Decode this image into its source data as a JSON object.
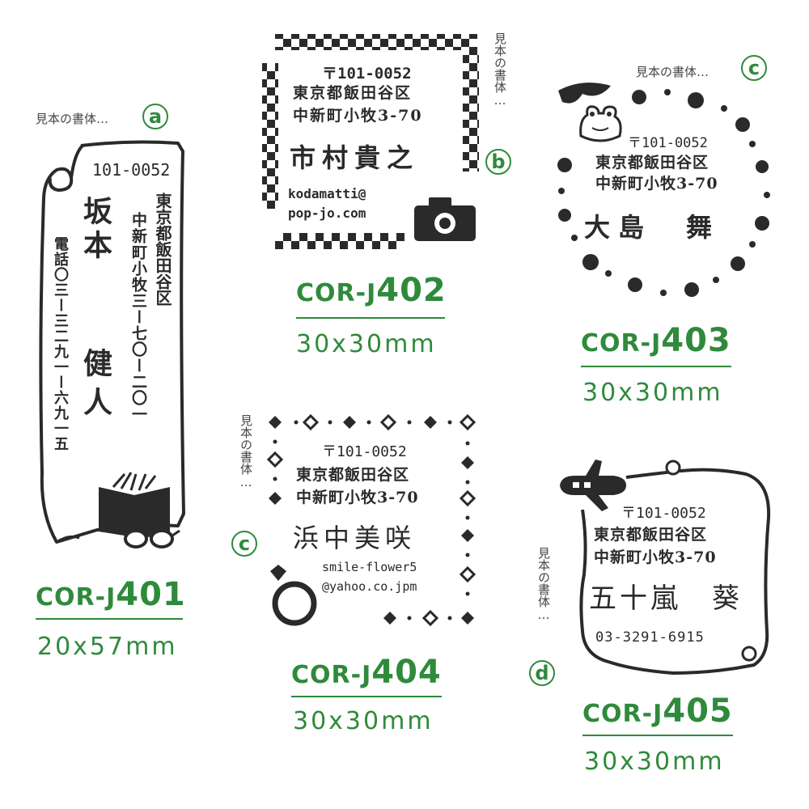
{
  "colors": {
    "accent": "#2f8a3b",
    "ink": "#2a2a2a"
  },
  "sample_label": "見本の書体…",
  "products": [
    {
      "badge": "a",
      "code_prefix": "COR-J",
      "code_number": "401",
      "size": "20x57mm",
      "stamp": {
        "postal": "101-0052",
        "address1": "東京都飯田谷区",
        "address2": "中新町小牧三ー七〇ー二〇一",
        "name1": "坂本",
        "name2": "健人",
        "phone": "電話〇三ー三二九一ー六九一五",
        "icons": [
          "book-icon",
          "glasses-icon"
        ]
      }
    },
    {
      "badge": "b",
      "code_prefix": "COR-J",
      "code_number": "402",
      "size": "30x30mm",
      "stamp": {
        "postal": "〒101-0052",
        "address1": "東京都飯田谷区",
        "address2": "中新町小牧3-70",
        "name": "市村貴之",
        "email1": "kodamatti@",
        "email2": "pop-jo.com",
        "icons": [
          "camera-icon"
        ]
      }
    },
    {
      "badge": "c",
      "code_prefix": "COR-J",
      "code_number": "403",
      "size": "30x30mm",
      "stamp": {
        "postal": "〒101-0052",
        "address1": "東京都飯田谷区",
        "address2": "中新町小牧3-70",
        "name": "大島　舞",
        "icons": [
          "frog-icon",
          "lily-pad-icon"
        ]
      }
    },
    {
      "badge": "c",
      "code_prefix": "COR-J",
      "code_number": "404",
      "size": "30x30mm",
      "stamp": {
        "postal": "〒101-0052",
        "address1": "東京都飯田谷区",
        "address2": "中新町小牧3-70",
        "name": "浜中美咲",
        "email1": "smile-flower5",
        "email2": "@yahoo.co.jpm",
        "icons": [
          "ring-icon"
        ]
      }
    },
    {
      "badge": "d",
      "code_prefix": "COR-J",
      "code_number": "405",
      "size": "30x30mm",
      "stamp": {
        "postal": "〒101-0052",
        "address1": "東京都飯田谷区",
        "address2": "中新町小牧3-70",
        "name": "五十嵐　葵",
        "phone": "03-3291-6915",
        "icons": [
          "airplane-icon"
        ]
      }
    }
  ]
}
